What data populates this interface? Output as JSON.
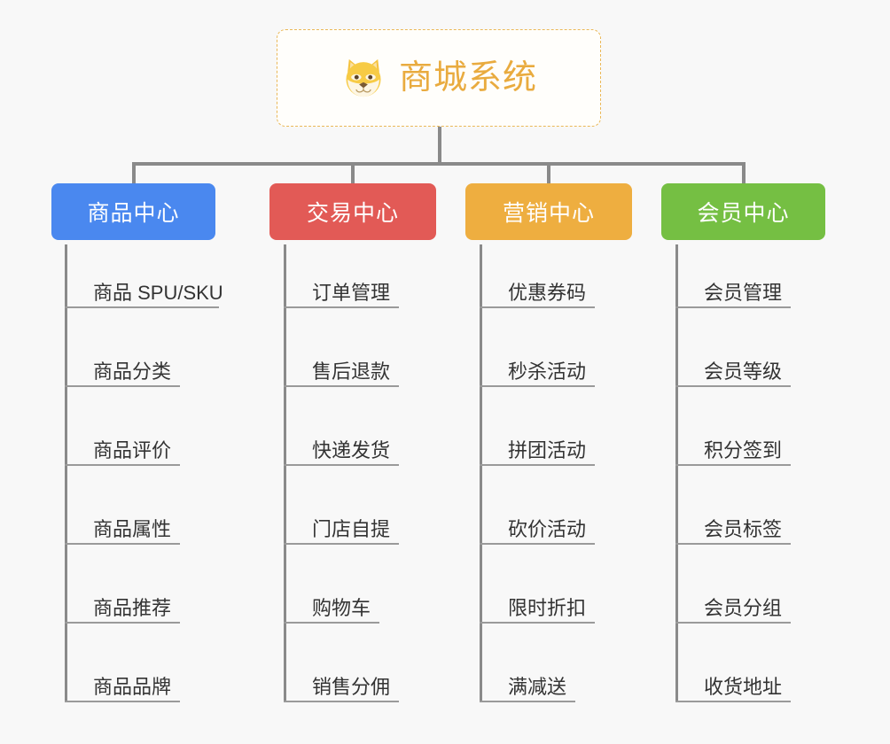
{
  "page": {
    "background_color": "#f8f8f8",
    "diagram_type": "org-chart-mindmap"
  },
  "root": {
    "title": "商城系统",
    "icon": "shiba-dog-face-emoji",
    "title_color": "#e9ab3f",
    "border_color": "#eab858"
  },
  "columns": [
    {
      "id": "product-center",
      "label": "商品中心",
      "color": "#4a88ef",
      "items": [
        "商品 SPU/SKU",
        "商品分类",
        "商品评价",
        "商品属性",
        "商品推荐",
        "商品品牌"
      ]
    },
    {
      "id": "trade-center",
      "label": "交易中心",
      "color": "#e25a56",
      "items": [
        "订单管理",
        "售后退款",
        "快递发货",
        "门店自提",
        "购物车",
        "销售分佣"
      ]
    },
    {
      "id": "marketing-center",
      "label": "营销中心",
      "color": "#eeae40",
      "items": [
        "优惠券码",
        "秒杀活动",
        "拼团活动",
        "砍价活动",
        "限时折扣",
        "满减送"
      ]
    },
    {
      "id": "member-center",
      "label": "会员中心",
      "color": "#75bf43",
      "items": [
        "会员管理",
        "会员等级",
        "积分签到",
        "会员标签",
        "会员分组",
        "收货地址"
      ]
    }
  ]
}
